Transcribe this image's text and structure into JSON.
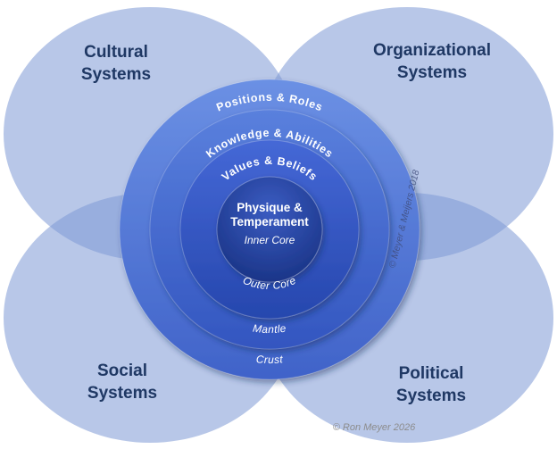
{
  "systems": {
    "cultural": {
      "line1": "Cultural",
      "line2": "Systems"
    },
    "organizational": {
      "line1": "Organizational",
      "line2": "Systems"
    },
    "social": {
      "line1": "Social",
      "line2": "Systems"
    },
    "political": {
      "line1": "Political",
      "line2": "Systems"
    }
  },
  "layers": {
    "crust": {
      "attribute": "Positions & Roles",
      "name": "Crust"
    },
    "mantle": {
      "attribute": "Knowledge & Abilities",
      "name": "Mantle"
    },
    "outer_core": {
      "attribute": "Values & Beliefs",
      "name": "Outer Core"
    },
    "inner_core": {
      "attribute_line1": "Physique &",
      "attribute_line2": "Temperament",
      "name": "Inner Core"
    }
  },
  "copyrights": {
    "side": "© Meyer & Meijers 2018",
    "bottom": "© Ron Meyer 2026"
  },
  "colors": {
    "system_label": "#1F3864",
    "ellipse": "#7E99D6",
    "crust_top": "#6B90E4",
    "crust_bottom": "#4063C9",
    "mantle_top": "#5A80DD",
    "mantle_bottom": "#3356C0",
    "outer_core_top": "#4568D6",
    "outer_core_bottom": "#2647AE",
    "inner_core_light": "#3B5CC2",
    "inner_core_dark": "#152E7E"
  }
}
